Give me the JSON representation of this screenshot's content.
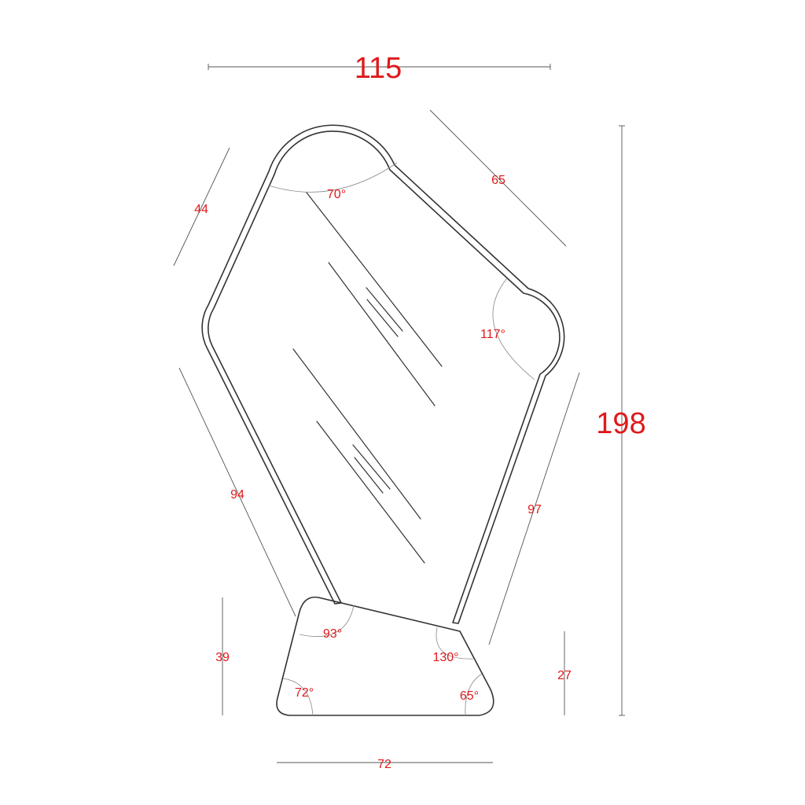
{
  "colors": {
    "label": "#e0191b",
    "line": "#333333"
  },
  "dimensions": {
    "overall_width": "115",
    "overall_height": "198",
    "top_left_edge": "44",
    "top_right_edge": "65",
    "left_side": "94",
    "right_side": "97",
    "base_left_height": "39",
    "base_right_height": "27",
    "base_width": "72"
  },
  "angles": {
    "top": "70°",
    "right": "117°",
    "base_top_left": "93°",
    "base_top_right": "130°",
    "base_bottom_left": "72°",
    "base_bottom_right": "65°"
  }
}
